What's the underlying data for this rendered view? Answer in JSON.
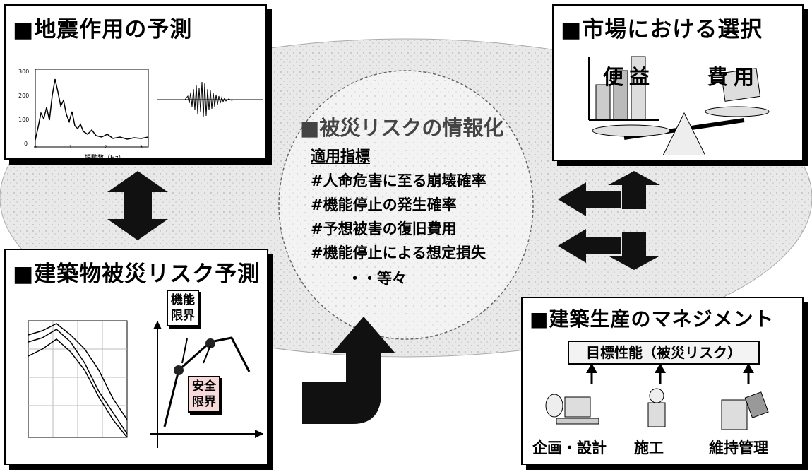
{
  "center": {
    "title": "■被災リスクの情報化",
    "subtitle": "適用指標",
    "items": [
      "#人命危害に至る崩壊確率",
      "#機能停止の発生確率",
      "#予想被害の復旧費用",
      "#機能停止による想定損失",
      "・・等々"
    ]
  },
  "panels": {
    "seismic": {
      "title": "■地震作用の予測",
      "chart": {
        "y_ticks": [
          "300",
          "200",
          "100",
          "0"
        ],
        "x_ticks": [
          "0",
          "1",
          "2",
          "3"
        ],
        "xlabel": "振動数（Hz）"
      }
    },
    "market": {
      "title": "■市場における選択",
      "benefit_label": "便益",
      "cost_label": "費用"
    },
    "risk": {
      "title": "■建築物被災リスク予測",
      "callout_function": "機能\n限界",
      "callout_safety": "安全\n限界"
    },
    "management": {
      "title": "■建築生産のマネジメント",
      "target": "目標性能（被災リスク）",
      "roles": [
        "企画・設計",
        "施工",
        "維持管理"
      ]
    }
  },
  "colors": {
    "arrow": "#111111",
    "ellipse_outer": "#e6e6e6",
    "ellipse_inner": "#f2f2f2",
    "callout_pink": "#f6d9d9"
  }
}
